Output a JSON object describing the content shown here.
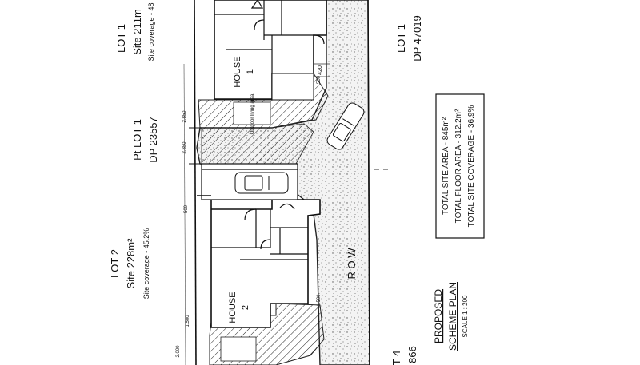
{
  "plan": {
    "lot1_top": {
      "title": "LOT 1",
      "area": "Site 211m",
      "coverage": "Site coverage - 48"
    },
    "house1": {
      "line1": "HOUSE",
      "line2": "1",
      "dim_420": "420"
    },
    "outdoor_label": "Outdoor living area",
    "pt_lot": {
      "title": "Pt LOT 1",
      "dp": "DP 23557"
    },
    "dims": {
      "d2850a": "2.850",
      "d2850b": "2.850",
      "d500a": "500",
      "d1500a": "1.500",
      "d1500b": "1.500",
      "d500b": "500",
      "d2000": "2.000"
    },
    "lot2": {
      "title": "LOT 2",
      "area": "Site 228m²",
      "coverage": "Site coverage - 45.2%"
    },
    "house2": {
      "line1": "HOUSE",
      "line2": "2"
    },
    "row_label": "R O W",
    "lot1_right": {
      "title": "LOT 1",
      "dp": "DP 47019"
    },
    "totals": {
      "site_area": "TOTAL SITE AREA - 845m²",
      "floor_area": "TOTAL FLOOR AREA - 312.2m²",
      "site_coverage": "TOTAL SITE COVERAGE - 36.9%"
    },
    "scheme": {
      "line1": "PROPOSED",
      "line2": "SCHEME PLAN",
      "scale": "SCALE 1 : 200"
    },
    "lot4": {
      "title": "T 4",
      "number": "866"
    }
  }
}
